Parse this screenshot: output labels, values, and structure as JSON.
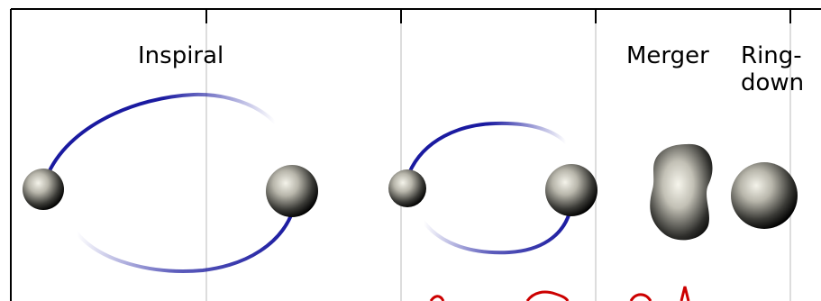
{
  "labels": {
    "inspiral": "Inspiral",
    "merger": "Merger",
    "ringdown_line1": "Ring-",
    "ringdown_line2": "down"
  },
  "colors": {
    "orbit": "#1a1aa0",
    "frame": "#000000",
    "gridline": "#dddddd",
    "waveform": "#cc0000",
    "sphere_light": "#f2f2ea",
    "sphere_dark": "#000000"
  },
  "icons": {
    "black_hole": "black-hole-sphere",
    "merged_remnant": "peanut-shaped-remnant",
    "final_black_hole": "round-remnant-sphere"
  }
}
